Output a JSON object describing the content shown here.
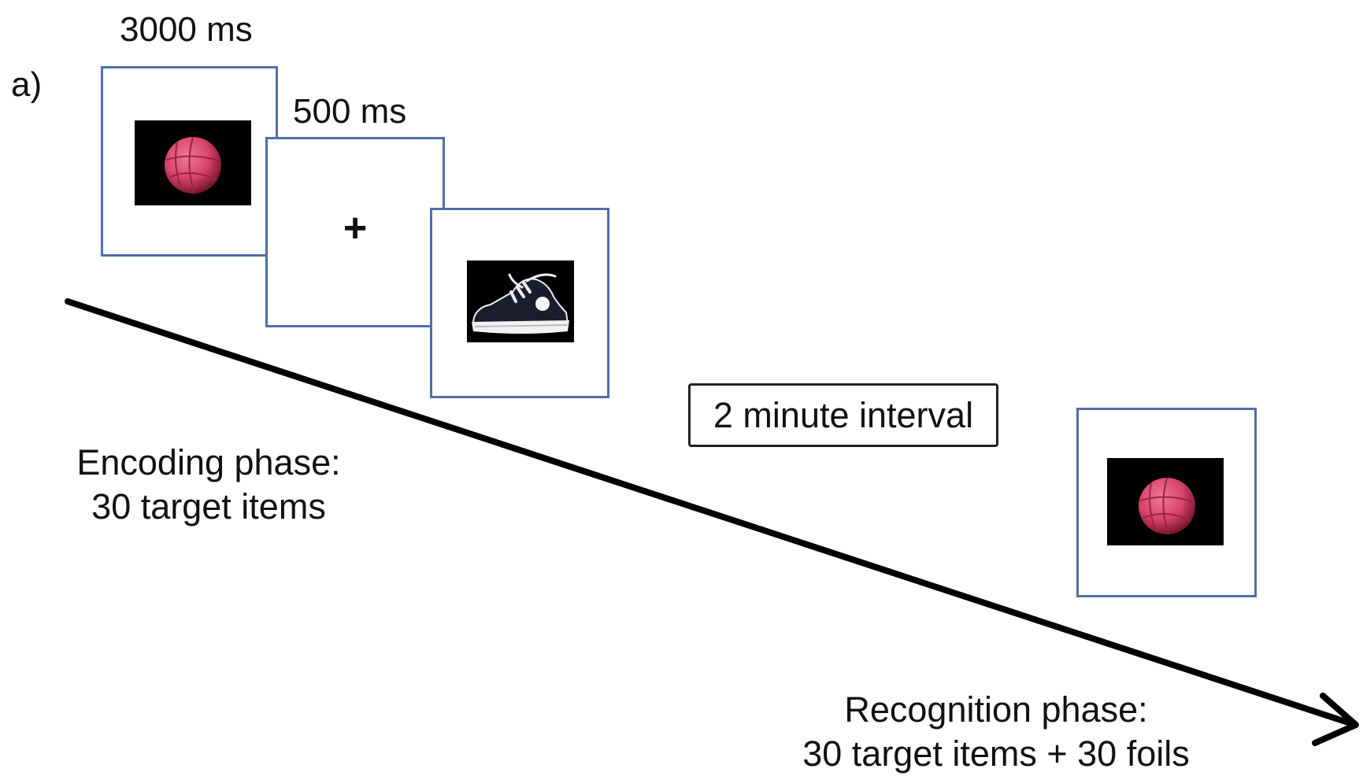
{
  "panel_label": "a)",
  "encoding": {
    "timings": {
      "stimulus_duration": "3000 ms",
      "fixation_duration": "500 ms"
    },
    "frames": [
      {
        "content": "basketball-image"
      },
      {
        "content": "fixation-cross",
        "symbol": "+"
      },
      {
        "content": "sneaker-image"
      }
    ],
    "phase_title": "Encoding phase:",
    "phase_detail": "30 target items"
  },
  "interval_label": "2 minute interval",
  "recognition": {
    "frames": [
      {
        "content": "basketball-image"
      }
    ],
    "phase_title": "Recognition phase:",
    "phase_detail": "30 target items + 30 foils"
  },
  "colors": {
    "frame_border": "#4f6fa8",
    "timeline": "#000000",
    "stimulus_background": "#000000",
    "ball": "#d8436a"
  }
}
